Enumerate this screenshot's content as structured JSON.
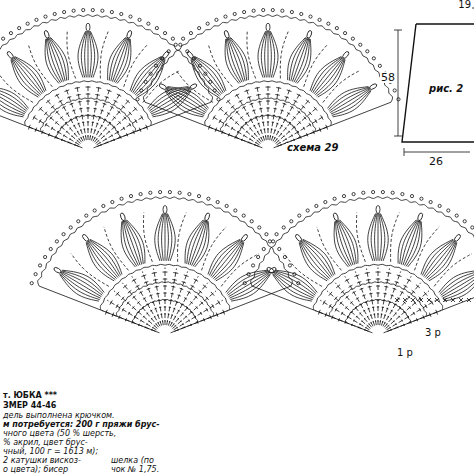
{
  "diagram": {
    "labels": [
      "схема 29",
      "рис. 2",
      "19",
      "58",
      "26",
      "1 р",
      "3 р",
      "т. ЮБКА ***",
      "ЗМЕР 44-46",
      "дель выполнена крючком.",
      "м потребуется: 200 г пряжи брус-",
      "чного цвета (50 % шерсть,",
      "% акрил, цвет брус-",
      "чный, 100 г = 1613 м);",
      "2 катушки вискоз-",
      "шелка (по",
      "о цвета); бисер",
      "чок № 1,75."
    ]
  }
}
